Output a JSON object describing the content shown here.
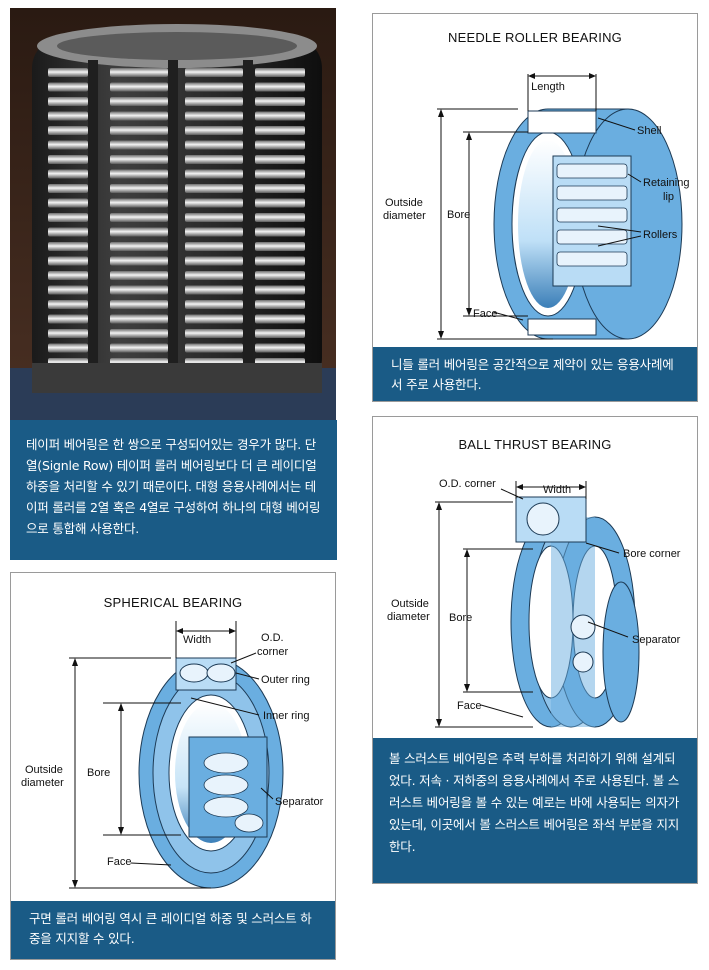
{
  "panels": {
    "taper": {
      "caption": "테이퍼 베어링은 한 쌍으로 구성되어있는 경우가 많다. 단열(Signle Row) 테이퍼 롤러 베어링보다 더 큰 레이디얼 하중을 처리할 수 있기 때문이다. 대형 응용사례에서는 테이퍼 롤러를 2열 혹은 4열로 구성하여 하나의 대형 베어링으로 통합해 사용한다."
    },
    "needle": {
      "title": "NEEDLE ROLLER BEARING",
      "labels": {
        "length": "Length",
        "shell": "Shell",
        "retaining1": "Retaining",
        "retaining2": "lip",
        "rollers": "Rollers",
        "outside1": "Outside",
        "outside2": "diameter",
        "bore": "Bore",
        "face": "Face"
      },
      "caption": "니들 롤러 베어링은 공간적으로 제약이 있는 응용사례에서 주로 사용한다."
    },
    "ball_thrust": {
      "title": "BALL THRUST BEARING",
      "labels": {
        "od_corner": "O.D. corner",
        "width": "Width",
        "bore_corner": "Bore corner",
        "outside1": "Outside",
        "outside2": "diameter",
        "bore": "Bore",
        "separator": "Separator",
        "face": "Face"
      },
      "caption": "볼 스러스트 베어링은 추력 부하를 처리하기 위해 설계되었다. 저속 · 저하중의 응용사례에서 주로 사용된다. 볼 스러스트 베어링을 볼 수 있는 예로는 바에 사용되는 의자가 있는데, 이곳에서 볼 스러스트 베어링은 좌석 부분을 지지한다."
    },
    "spherical": {
      "title": "SPHERICAL BEARING",
      "labels": {
        "width": "Width",
        "od1": "O.D.",
        "od2": "corner",
        "outer_ring": "Outer ring",
        "inner_ring": "Inner ring",
        "outside1": "Outside",
        "outside2": "diameter",
        "bore": "Bore",
        "separator": "Separator",
        "face": "Face"
      },
      "caption": "구면 롤러 베어링 역시 큰 레이디얼 하중 및 스러스트 하중을 지지할 수 있다."
    }
  },
  "colors": {
    "caption_bg": "#1a5b86",
    "bearing_blue": "#6aaee0",
    "bearing_light": "#b9dcf5",
    "bearing_dark": "#3b7fb8"
  }
}
